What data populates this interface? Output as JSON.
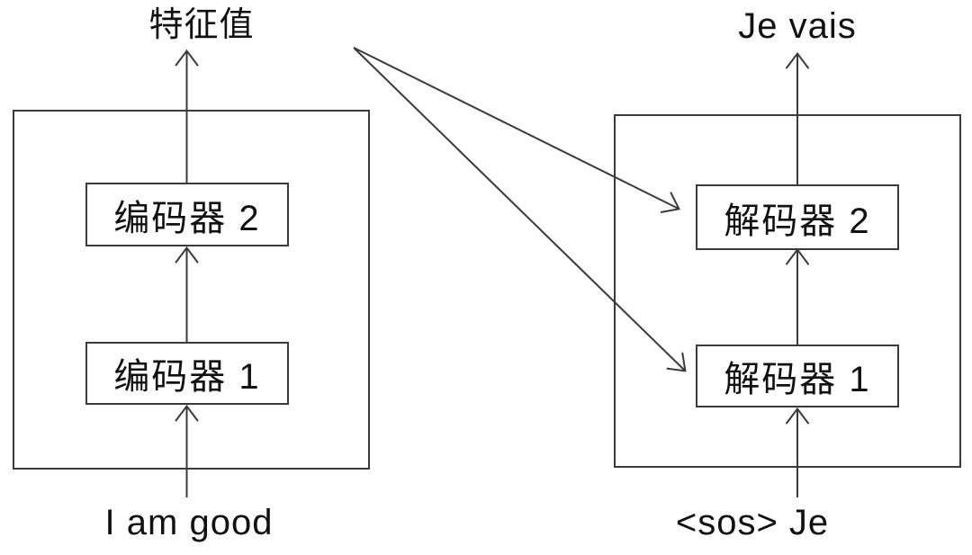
{
  "diagram": {
    "description": "seq2seq encoder-decoder architecture",
    "encoder_stack": {
      "output_label": "特征值",
      "input_label": "I am good",
      "block_2_label": "编码器 2",
      "block_1_label": "编码器 1"
    },
    "decoder_stack": {
      "output_label": "Je vais",
      "input_label": "<sos> Je",
      "block_2_label": "解码器 2",
      "block_1_label": "解码器 1"
    },
    "connections": {
      "context_to_decoder_2": "feature-point to decoder-2",
      "context_to_decoder_1": "feature-point to decoder-1"
    },
    "colors": {
      "line": "#3a3a3a",
      "text": "#111111",
      "background": "#ffffff"
    }
  }
}
